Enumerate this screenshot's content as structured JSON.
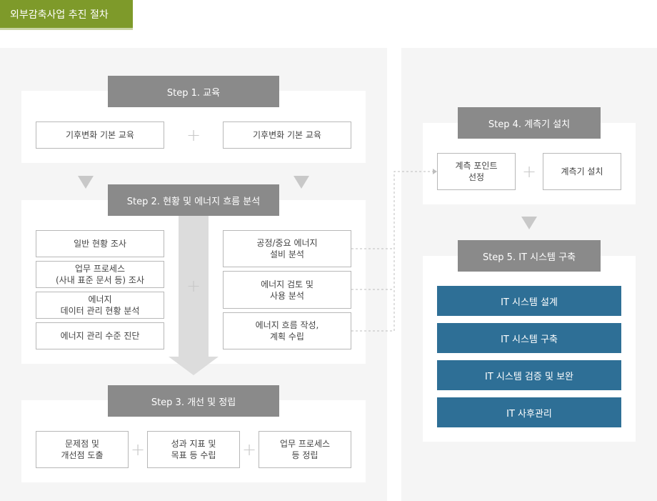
{
  "header": {
    "tab_title": "외부감축사업 추진 절차"
  },
  "steps": {
    "step1": {
      "title": "Step 1. 교육",
      "boxes": [
        "기후변화 기본 교육",
        "기후변화 기본 교육"
      ]
    },
    "step2": {
      "title": "Step 2. 현황 및 에너지 흐름 분석",
      "left_boxes": [
        "일반 현황 조사",
        "업무 프로세스\n(사내 표준 문서 등) 조사",
        "에너지\n데이터 관리 현황 분석",
        "에너지 관리 수준 진단"
      ],
      "right_boxes": [
        "공정/중요 에너지\n설비 분석",
        "에너지 검토 및\n사용 분석",
        "에너지 흐름 작성,\n계획 수립"
      ]
    },
    "step3": {
      "title": "Step 3. 개선 및 정립",
      "boxes": [
        "문제점 및\n개선점 도출",
        "성과 지표 및\n목표 등 수립",
        "업무 프로세스\n등 정립"
      ]
    },
    "step4": {
      "title": "Step 4. 계측기 설치",
      "boxes": [
        "계측 포인트\n선정",
        "계측기 설치"
      ]
    },
    "step5": {
      "title": "Step 5.  IT 시스템 구축",
      "boxes": [
        "IT 시스템 설계",
        "IT 시스템 구축",
        "IT 시스템 검증 및 보완",
        "IT 사후관리"
      ]
    }
  },
  "symbols": {
    "plus": "+"
  },
  "colors": {
    "tab": "#7e9a2a",
    "step_header": "#8a8a8a",
    "it_box": "#2e6f96",
    "panel": "#f5f5f5"
  }
}
